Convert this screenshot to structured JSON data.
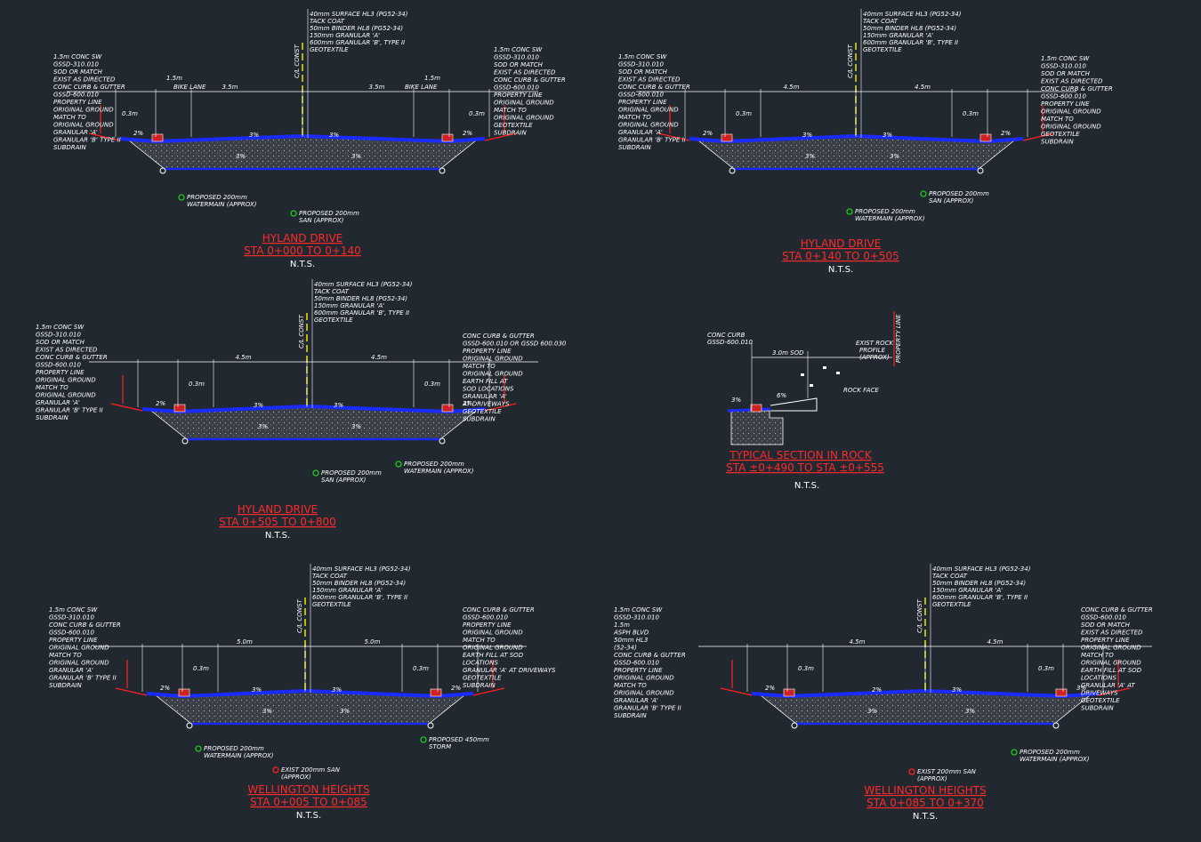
{
  "colors": {
    "background": "#212830",
    "linework": "#ffffff",
    "road_surface": "#1a2bff",
    "titles": "#ff2a2a",
    "curb": "#cc2222",
    "centerline": "#e8e800",
    "ground_line": "#ff2020",
    "pipe_marker_green": "#1ec81e",
    "pipe_marker_red": "#ff2020"
  },
  "sections": [
    {
      "id": "s1",
      "title": "HYLAND DRIVE",
      "subtitle": "STA 0+000 TO 0+140",
      "scale": "N.T.S.",
      "pavement_note": [
        "40mm SURFACE HL3 (PG52-34)",
        "TACK COAT",
        "50mm BINDER HL8 (PG52-34)",
        "150mm GRANULAR 'A'",
        "600mm GRANULAR 'B', TYPE II",
        "GEOTEXTILE"
      ],
      "centerline": "C/L CONST",
      "dims": [
        "3.5m",
        "3.5m",
        "1.5m",
        "1.5m",
        "0.3m",
        "0.3m"
      ],
      "bike_lane": "BIKE LANE",
      "slopes": [
        "2%",
        "3%",
        "3%",
        "2%",
        "3%",
        "3%"
      ],
      "left_labels": [
        "1.5m CONC SW",
        "GSSD-310.010",
        "SOD OR MATCH",
        "EXIST AS DIRECTED",
        "CONC CURB & GUTTER",
        "GSSD-600.010",
        "PROPERTY LINE",
        "ORIGINAL GROUND",
        "MATCH TO",
        "ORIGINAL GROUND",
        "GRANULAR 'A'",
        "GRANULAR 'B' TYPE II",
        "SUBDRAIN"
      ],
      "right_labels": [
        "1.5m CONC SW",
        "GSSD-310.010",
        "SOD OR MATCH",
        "EXIST AS DIRECTED",
        "CONC CURB & GUTTER",
        "GSSD-600.010",
        "PROPERTY LINE",
        "ORIGINAL GROUND",
        "MATCH TO",
        "ORIGINAL GROUND",
        "GEOTEXTILE",
        "SUBDRAIN"
      ],
      "pipes": [
        "PROPOSED 200mm",
        "WATERMAIN (APPROX)",
        "PROPOSED 200mm",
        "SAN (APPROX)"
      ]
    },
    {
      "id": "s2",
      "title": "HYLAND DRIVE",
      "subtitle": "STA 0+140 TO 0+505",
      "scale": "N.T.S.",
      "pavement_note": [
        "40mm SURFACE HL3 (PG52-34)",
        "TACK COAT",
        "50mm BINDER HL8 (PG52-34)",
        "150mm GRANULAR 'A'",
        "600mm GRANULAR 'B', TYPE II",
        "GEOTEXTILE"
      ],
      "centerline": "C/L CONST",
      "dims": [
        "4.5m",
        "4.5m",
        "0.3m",
        "0.3m"
      ],
      "slopes": [
        "2%",
        "3%",
        "3%",
        "2%",
        "3%",
        "3%"
      ],
      "left_labels": [
        "1.5m CONC SW",
        "GSSD-310.010",
        "SOD OR MATCH",
        "EXIST AS DIRECTED",
        "CONC CURB & GUTTER",
        "GSSD-600.010",
        "PROPERTY LINE",
        "ORIGINAL GROUND",
        "MATCH TO",
        "ORIGINAL GROUND",
        "GRANULAR 'A'",
        "GRANULAR 'B' TYPE II",
        "SUBDRAIN"
      ],
      "right_labels": [
        "1.5m CONC SW",
        "GSSD-310.010",
        "SOD OR MATCH",
        "EXIST AS DIRECTED",
        "CONC CURB & GUTTER",
        "GSSD-600.010",
        "PROPERTY LINE",
        "ORIGINAL GROUND",
        "MATCH TO",
        "ORIGINAL GROUND",
        "GEOTEXTILE",
        "SUBDRAIN"
      ],
      "pipes": [
        "PROPOSED 200mm",
        "SAN (APPROX)",
        "PROPOSED 200mm",
        "WATERMAIN (APPROX)"
      ]
    },
    {
      "id": "s3",
      "title": "HYLAND DRIVE",
      "subtitle": "STA 0+505 TO 0+800",
      "scale": "N.T.S.",
      "pavement_note": [
        "40mm SURFACE HL3 (PG52-34)",
        "TACK COAT",
        "50mm BINDER HL8 (PG52-34)",
        "150mm GRANULAR 'A'",
        "600mm GRANULAR 'B', TYPE II",
        "GEOTEXTILE"
      ],
      "centerline": "C/L CONST",
      "dims": [
        "4.5m",
        "4.5m",
        "0.3m",
        "0.3m"
      ],
      "slopes": [
        "2%",
        "3%",
        "3%",
        "2%",
        "3%",
        "3%"
      ],
      "left_labels": [
        "1.5m CONC SW",
        "GSSD-310.010",
        "SOD OR MATCH",
        "EXIST AS DIRECTED",
        "CONC CURB & GUTTER",
        "GSSD-600.010",
        "PROPERTY LINE",
        "ORIGINAL GROUND",
        "MATCH TO",
        "ORIGINAL GROUND",
        "GRANULAR 'A'",
        "GRANULAR 'B' TYPE II",
        "SUBDRAIN"
      ],
      "right_labels": [
        "CONC CURB & GUTTER",
        "GSSD-600.010 OR GSSD 600.030",
        "PROPERTY LINE",
        "ORIGINAL GROUND",
        "MATCH TO",
        "ORIGINAL GROUND",
        "EARTH FILL AT",
        "SOD LOCATIONS",
        "GRANULAR 'A'",
        "AT DRIVEWAYS",
        "GEOTEXTILE",
        "SUBDRAIN"
      ],
      "pipes": [
        "PROPOSED 200mm",
        "SAN (APPROX)",
        "PROPOSED 200mm",
        "WATERMAIN (APPROX)"
      ]
    },
    {
      "id": "s4",
      "title": "TYPICAL SECTION IN ROCK",
      "subtitle": "STA ±0+490 TO STA ±0+555",
      "scale": "N.T.S.",
      "labels": [
        "CONC CURB",
        "GSSD-600.010",
        "3.0m SOD",
        "EXIST ROCK",
        "PROFILE",
        "(APPROX)",
        "PROPERTY LINE",
        "ROCK FACE",
        "3%",
        "6%"
      ]
    },
    {
      "id": "s5",
      "title": "WELLINGTON HEIGHTS",
      "subtitle": "STA 0+005 TO 0+085",
      "scale": "N.T.S.",
      "pavement_note": [
        "40mm SURFACE HL3 (PG52-34)",
        "TACK COAT",
        "50mm BINDER HL8 (PG52-34)",
        "150mm GRANULAR 'A'",
        "600mm GRANULAR 'B', TYPE II",
        "GEOTEXTILE"
      ],
      "centerline": "C/L CONST",
      "dims": [
        "5.0m",
        "5.0m",
        "0.3m",
        "0.3m"
      ],
      "slopes": [
        "2%",
        "3%",
        "3%",
        "2%",
        "3%",
        "3%"
      ],
      "left_labels": [
        "1.5m CONC SW",
        "GSSD-310.010",
        "CONC CURB & GUTTER",
        "GSSD-600.010",
        "PROPERTY LINE",
        "ORIGINAL GROUND",
        "MATCH TO",
        "ORIGINAL GROUND",
        "GRANULAR 'A'",
        "GRANULAR 'B' TYPE II",
        "SUBDRAIN"
      ],
      "right_labels": [
        "CONC CURB & GUTTER",
        "GSSD-600.010",
        "PROPERTY LINE",
        "ORIGINAL GROUND",
        "MATCH TO",
        "ORIGINAL GROUND",
        "EARTH FILL AT SOD",
        "LOCATIONS",
        "GRANULAR 'A' AT DRIVEWAYS",
        "GEOTEXTILE",
        "SUBDRAIN"
      ],
      "pipes": [
        "PROPOSED 200mm",
        "WATERMAIN (APPROX)",
        "PROPOSED 450mm",
        "STORM",
        "EXIST 200mm SAN",
        "(APPROX)"
      ]
    },
    {
      "id": "s6",
      "title": "WELLINGTON HEIGHTS",
      "subtitle": "STA 0+085 TO 0+370",
      "scale": "N.T.S.",
      "pavement_note": [
        "40mm SURFACE HL3 (PG52-34)",
        "TACK COAT",
        "50mm BINDER HL8 (PG52-34)",
        "150mm GRANULAR 'A'",
        "600mm GRANULAR 'B', TYPE II",
        "GEOTEXTILE"
      ],
      "centerline": "C/L CONST",
      "dims": [
        "4.5m",
        "4.5m",
        "0.3m",
        "0.3m"
      ],
      "slopes": [
        "2%",
        "2%",
        "3%",
        "3%",
        "3%",
        "3%"
      ],
      "left_labels": [
        "1.5m CONC SW",
        "GSSD-310.010",
        "1.5m",
        "ASPH BLVD",
        "50mm HL3",
        "(52-34)",
        "CONC CURB & GUTTER",
        "GSSD-600.010",
        "PROPERTY LINE",
        "ORIGINAL GROUND",
        "MATCH TO",
        "ORIGINAL GROUND",
        "GRANULAR 'A'",
        "GRANULAR 'B' TYPE II",
        "SUBDRAIN"
      ],
      "right_labels": [
        "CONC CURB & GUTTER",
        "GSSD-600.010",
        "SOD OR MATCH",
        "EXIST AS DIRECTED",
        "PROPERTY LINE",
        "ORIGINAL GROUND",
        "MATCH TO",
        "ORIGINAL GROUND",
        "EARTH FILL AT SOD",
        "LOCATIONS",
        "GRANULAR 'A' AT",
        "DRIVEWAYS",
        "GEOTEXTILE",
        "SUBDRAIN"
      ],
      "pipes": [
        "PROPOSED 200mm",
        "WATERMAIN (APPROX)",
        "EXIST 200mm SAN",
        "(APPROX)"
      ]
    }
  ]
}
